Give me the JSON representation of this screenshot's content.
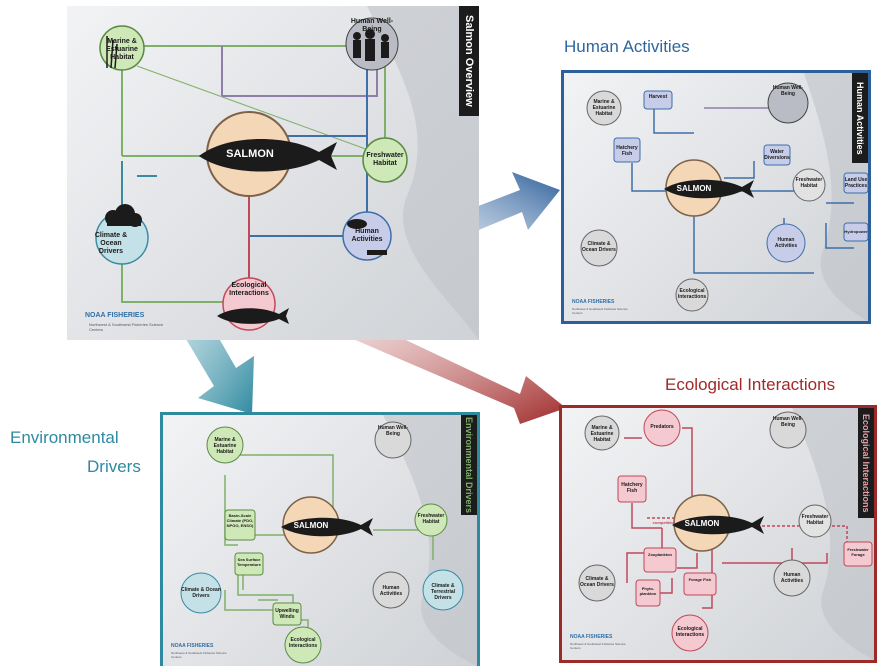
{
  "overview": {
    "tab": "Salmon Overview",
    "center": "SALMON",
    "nodes": {
      "marine": "Marine & Estuarine Habitat",
      "human_wellbeing": "Human Well-Being",
      "freshwater": "Freshwater Habitat",
      "climate": "Climate & Ocean Drivers",
      "human_activities": "Human Activities",
      "ecological": "Ecological Interactions"
    },
    "logo": "NOAA FISHERIES",
    "logo_sub": "Northwest & Southwest Fisheries Science Centers"
  },
  "human_panel": {
    "heading": "Human Activities",
    "tab": "Human Activities",
    "center": "SALMON",
    "nodes": {
      "marine": "Marine & Estuarine Habitat",
      "harvest": "Harvest",
      "hatchery": "Hatchery Fish",
      "human_wellbeing": "Human Well-Being",
      "water": "Water Diversions",
      "freshwater": "Freshwater Habitat",
      "land_use": "Land Use Practices",
      "hydropower": "Hydropower",
      "human_activities": "Human Activities",
      "climate": "Climate & Ocean Drivers",
      "ecological": "Ecological Interactions"
    },
    "logo": "NOAA FISHERIES",
    "logo_sub": "Northwest & Southwest Fisheries Science Centers"
  },
  "env_panel": {
    "heading_line1": "Environmental",
    "heading_line2": "Drivers",
    "tab": "Environmental Drivers",
    "center": "SALMON",
    "nodes": {
      "marine": "Marine & Estuarine Habitat",
      "human_wellbeing": "Human Well-Being",
      "basin": "Basin-Scale Climate (PDO, NPGO, ENSO)",
      "sea_surface": "Sea Surface Temperature",
      "freshwater": "Freshwater Habitat",
      "climate": "Climate & Ocean Drivers",
      "upwelling": "Upwelling Winds",
      "human_activities": "Human Activities",
      "terrestrial": "Climate & Terrestrial Drivers",
      "ecological": "Ecological Interactions"
    },
    "logo": "NOAA FISHERIES",
    "logo_sub": "Northwest & Southwest Fisheries Science Centers"
  },
  "eco_panel": {
    "heading": "Ecological Interactions",
    "tab": "Ecological Interactions",
    "center": "SALMON",
    "nodes": {
      "marine": "Marine & Estuarine Habitat",
      "predators": "Predators",
      "human_wellbeing": "Human Well-Being",
      "hatchery": "Hatchery Fish",
      "competition": "competition",
      "zooplankton": "Zooplankton",
      "forage_fish": "Forage Fish",
      "freshwater": "Freshwater Habitat",
      "freshwater_forage": "Freshwater Forage",
      "climate": "Climate & Ocean Drivers",
      "phyto": "Phyto-plankton",
      "human_activities": "Human Activities",
      "ecological": "Ecological Interactions"
    },
    "logo": "NOAA FISHERIES",
    "logo_sub": "Northwest & Southwest Fisheries Science Centers"
  },
  "colors": {
    "green": "#7fb069",
    "blue": "#3d6fa8",
    "red": "#c0485a",
    "purple": "#8e7fa8",
    "teal": "#3a8aa2",
    "eco_red": "#9b2b2b",
    "env_teal": "#2f8aa0"
  }
}
